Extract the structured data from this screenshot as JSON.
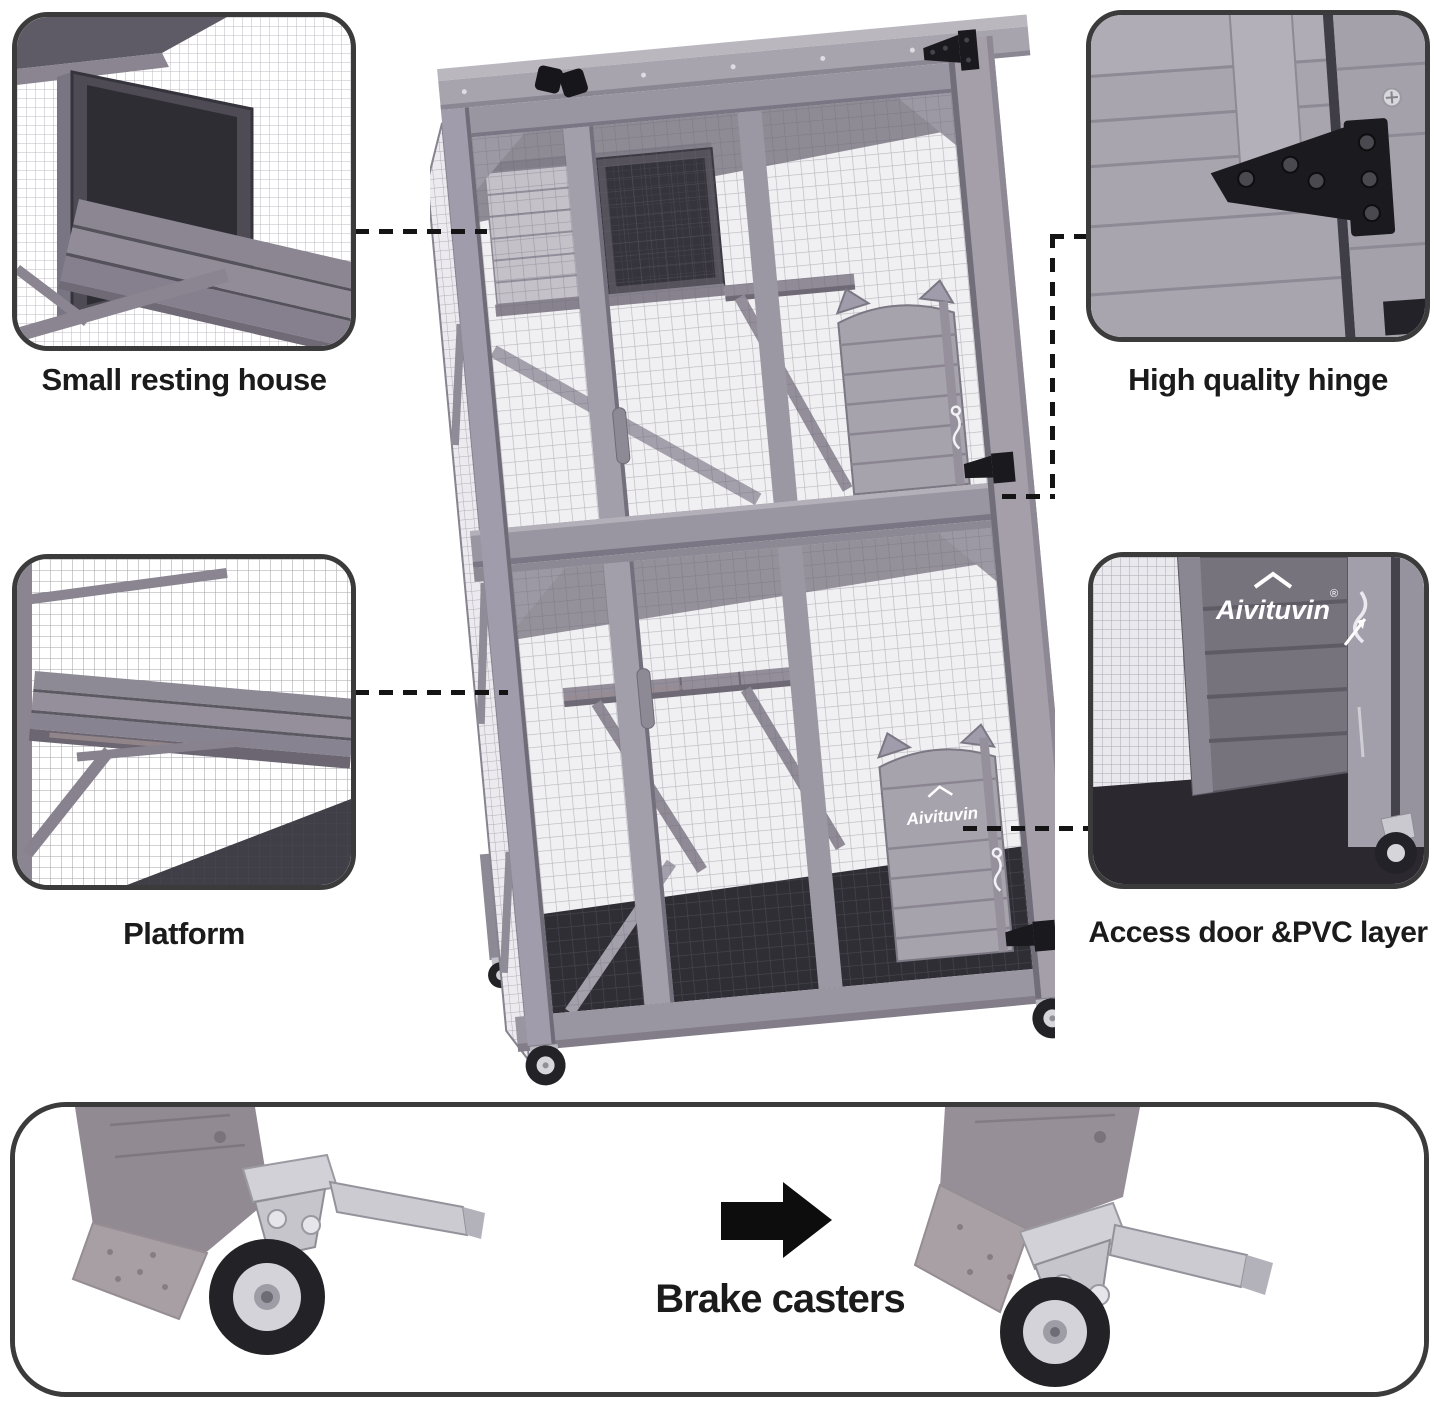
{
  "page": {
    "background": "#ffffff"
  },
  "product": {
    "brand": "Aivituvin",
    "brand_reg": "®"
  },
  "callouts": {
    "resting_house": {
      "label": "Small resting house"
    },
    "hinge": {
      "label": "High quality hinge"
    },
    "platform": {
      "label": "Platform"
    },
    "access_door": {
      "label": "Access door &PVC layer"
    },
    "brake_casters": {
      "label": "Brake casters"
    }
  },
  "colors": {
    "outline": "#3b3b3b",
    "connector": "#141414",
    "label_text": "#1b1b1b",
    "wood_frame": "#9b97a2",
    "wood_light": "#b6b2bd",
    "wood_dark": "#77737d",
    "mesh_line": "#6a6774",
    "interior_shadow": "#6e6a76",
    "pvc_floor": "#2e2c33",
    "hardware_black": "#1a191d",
    "metal_silver": "#cfced5",
    "wheel_black": "#232227"
  }
}
